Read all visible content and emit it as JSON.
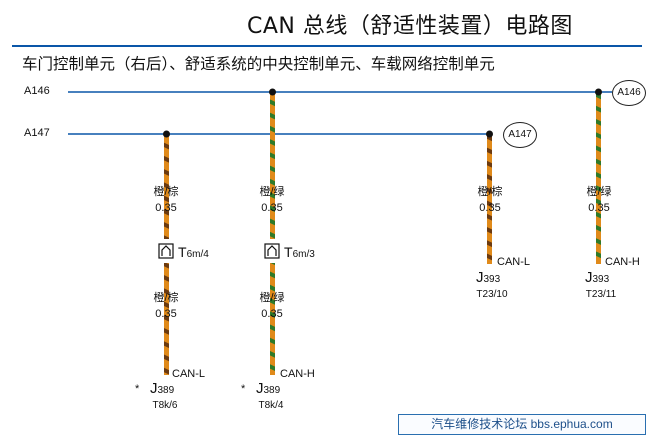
{
  "title": "CAN  总线（舒适性装置）电路图",
  "subtitle": "车门控制单元（右后）、舒适系统的中央控制单元、车载网络控制单元",
  "buses": {
    "a146": "A146",
    "a147": "A147"
  },
  "refs": {
    "a146": "A146",
    "a147": "A147"
  },
  "wires": {
    "w1_top_color": "橙/棕",
    "w1_top_size": "0.35",
    "w1_bot_color": "橙/棕",
    "w1_bot_size": "0.35",
    "w2_top_color": "橙/绿",
    "w2_top_size": "0.35",
    "w2_bot_color": "橙/绿",
    "w2_bot_size": "0.35",
    "w3_color": "橙/棕",
    "w3_size": "0.35",
    "w4_color": "橙/绿",
    "w4_size": "0.35"
  },
  "connectors": {
    "c1_main": "T",
    "c1_sub": "6m/4",
    "c2_main": "T",
    "c2_sub": "6m/3"
  },
  "signals": {
    "s1": "CAN-L",
    "s2": "CAN-H",
    "s3": "CAN-L",
    "s4": "CAN-H"
  },
  "controllers": {
    "j389a_main": "J",
    "j389a_sub": "389",
    "j389a_pin": "T8k/6",
    "j389b_main": "J",
    "j389b_sub": "389",
    "j389b_pin": "T8k/4",
    "j393a_main": "J",
    "j393a_sub": "393",
    "j393a_pin": "T23/10",
    "j393b_main": "J",
    "j393b_sub": "393",
    "j393b_pin": "T23/11"
  },
  "markers": {
    "star1": "*",
    "star2": "*"
  },
  "watermark": "汽车维修技术论坛 bbs.ephua.com",
  "colors": {
    "bus_line": "#0a56a8",
    "orange": "#e08a1a",
    "brown": "#6b3a10",
    "green": "#2e7a2a",
    "watermark_border": "#2a6fb0"
  }
}
